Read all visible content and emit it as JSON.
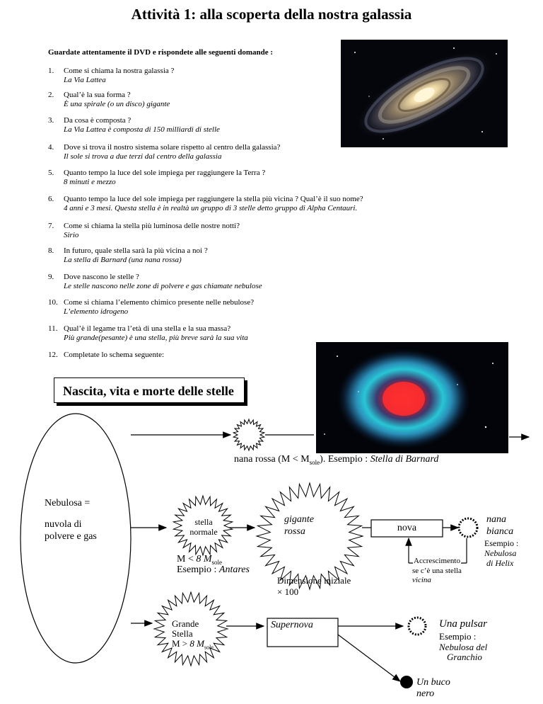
{
  "title": "Attività 1: alla scoperta della nostra galassia",
  "intro": "Guardate attentamente il DVD e rispondete alle seguenti domande :",
  "questions": [
    {
      "num": "1.",
      "q": "Come si chiama la nostra galassia ?",
      "a": "La Via Lattea"
    },
    {
      "num": "2.",
      "q": "Qual’è la sua forma ?",
      "a": "È una spirale (o un disco) gigante"
    },
    {
      "num": "3.",
      "q": "Da cosa è composta ?",
      "a": "La Via Lattea è composta di 150 milliardi di stelle"
    },
    {
      "num": "4.",
      "q": "Dove si trova il nostro sistema solare rispetto al centro della galassia?",
      "a": "Il sole si trova a due terzi dal centro della galassia"
    },
    {
      "num": "5.",
      "q": "Quanto tempo la luce del sole  impiega per raggiungere la Terra ?",
      "a": "8 minuti e mezzo"
    },
    {
      "num": "6.",
      "q": "Quanto tempo la luce del sole  impiega per raggiungere la stella più vicina ? Qual’è il suo nome?",
      "a": "4 anni e 3 mesi. Questa stella è in realtà un gruppo di 3 stelle detto  gruppo di Alpha Centauri."
    },
    {
      "num": "7.",
      "q": "Come si chiama la stella più luminosa delle nostre notti?",
      "a": "Sirio"
    },
    {
      "num": "8.",
      "q": "In futuro, quale stella sarà la più vicina a noi ?",
      "a": "La stella di Barnard (una nana rossa)"
    },
    {
      "num": "9.",
      "q": "Dove nascono le stelle ?",
      "a": "Le stelle nascono nelle zone di polvere e gas chiamate nebulose"
    },
    {
      "num": "10.",
      "q": "Come si chiama l’elemento chimico presente nelle nebulose?",
      "a": "L’elemento idrogeno"
    },
    {
      "num": "11.",
      "q": "Qual’è il legame tra l’età di una stella e la sua massa?",
      "a": "Più grande(pesante) è una stella, più breve sarà la sua vita"
    },
    {
      "num": "12.",
      "q": "Completate lo schema seguente:",
      "a": ""
    }
  ],
  "diagram": {
    "box_title": "Nascita, vita e morte delle stelle",
    "nebulosa_1": "Nebulosa =",
    "nebulosa_2": "nuvola di",
    "nebulosa_3": "polvere e gas",
    "red_dwarf_pre": "nana rossa (M < M",
    "red_dwarf_sub": "sole",
    "red_dwarf_mid": "). Esempio : ",
    "red_dwarf_ex": "Stella di Barnard",
    "normal_star_1": "stella",
    "normal_star_2": "normale",
    "normal_mass_pre": "M < ",
    "normal_mass_num": "8 M",
    "normal_mass_sub": "sole",
    "normal_ex_pre": "Esempio : ",
    "normal_ex": "Antares",
    "giant_1": "gigante",
    "giant_2": "rossa",
    "giant_dim_1": "Dimensione iniziale",
    "giant_dim_2": "× 100",
    "nova": "nova",
    "accretion_1": "Accrescimento",
    "accretion_2": "se c’è una stella",
    "accretion_3": "vicina",
    "white_1": "nana",
    "white_2": "bianca",
    "white_3": "Esempio :",
    "white_4": "Nebulosa",
    "white_5": "di Helix",
    "big_1": "Grande",
    "big_2": "Stella",
    "big_3_pre": "M > ",
    "big_3_num": "8 M",
    "big_3_sub": "sole",
    "supernova": "Supernova",
    "pulsar_1": "Una pulsar",
    "pulsar_2": "Esempio :",
    "pulsar_3": "Nebulosa del",
    "pulsar_4": "Granchio",
    "blackhole_1": "Un buco",
    "blackhole_2": "nero"
  }
}
